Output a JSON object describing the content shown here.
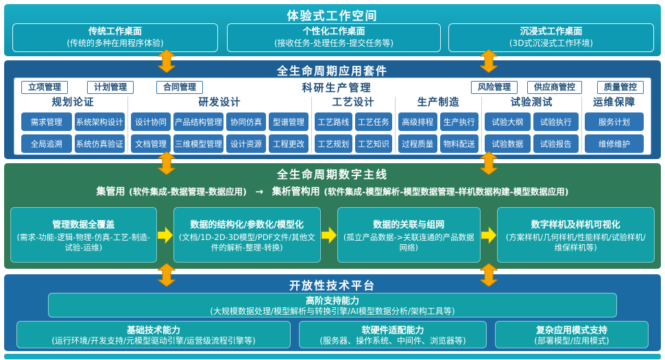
{
  "workspace": {
    "title": "体验式工作空间",
    "boxes": [
      {
        "title": "传统工作桌面",
        "subtitle": "(传统的多种在用程序体验)"
      },
      {
        "title": "个性化工作桌面",
        "subtitle": "(接收任务-处理任务-提交任务等)"
      },
      {
        "title": "沉浸式工作桌面",
        "subtitle": "(3D式沉浸式工作环境)"
      }
    ]
  },
  "app_suite": {
    "title": "全生命周期应用套件",
    "panel_title": "科研生产管理",
    "top_left": [
      "立项管理",
      "计划管理",
      "合同管理"
    ],
    "top_right": [
      "风险管理",
      "供应商管控",
      "质量管控"
    ],
    "columns": [
      {
        "header": "规划论证",
        "row1": [
          "需求管理",
          "系统架构设计"
        ],
        "row2": [
          "全局追溯",
          "系统仿真验证"
        ]
      },
      {
        "header": "研发设计",
        "row1": [
          "设计协同",
          "产品结构管理",
          "协同仿真",
          "型谱管理"
        ],
        "row2": [
          "文档管理",
          "三维模型管理",
          "设计资源",
          "工程更改"
        ]
      },
      {
        "header": "工艺设计",
        "row1": [
          "工艺路线",
          "工艺任务"
        ],
        "row2": [
          "工艺规划",
          "工艺知识"
        ]
      },
      {
        "header": "生产制造",
        "row1": [
          "高级排程",
          "生产执行"
        ],
        "row2": [
          "过程质量",
          "物料配送"
        ]
      },
      {
        "header": "试验测试",
        "row1": [
          "试验大纲",
          "试验执行"
        ],
        "row2": [
          "试验数据",
          "试验报告"
        ]
      },
      {
        "header": "运维保障",
        "row1": [
          "服务计划"
        ],
        "row2": [
          "维修维护"
        ]
      }
    ]
  },
  "digital_thread": {
    "title": "全生命周期数字主线",
    "mode_from": "集管用",
    "mode_from_detail": "(软件集成-数据管理-数据应用)",
    "mode_arrow": "→",
    "mode_to": "集析管构用",
    "mode_to_detail": "(软件集成-模型解析-模型数据管理-样机数据构建-模型数据应用)",
    "boxes": [
      {
        "title": "管理数据全覆盖",
        "subtitle": "(需求-功能-逻辑-物理-仿真-工艺-制造-试验-运维)"
      },
      {
        "title": "数据的结构化/参数化/模型化",
        "subtitle": "(文档/1D-2D-3D模型/PDF文件/其他文件的解析-整理-转换)"
      },
      {
        "title": "数据的关联与组网",
        "subtitle": "(孤立产品数据->关联连通的产品数据网络)"
      },
      {
        "title": "数字样机及样机可视化",
        "subtitle": "(方案样机/几何样机/性能样机/试验样机/维保样机等)"
      }
    ]
  },
  "platform": {
    "title": "开放性技术平台",
    "advanced": {
      "title": "高阶支持能力",
      "subtitle": "(大规模数据处理/模型解析与转换引擎/AI模型数据分析/架构工具等)"
    },
    "boxes": [
      {
        "title": "基础技术能力",
        "subtitle": "(运行环境/开发支持/元模型驱动引擎/运营级流程引擎等)"
      },
      {
        "title": "软硬件适配能力",
        "subtitle": "(服务器、操作系统、中间件、浏览器等)"
      },
      {
        "title": "复杂应用模式支持",
        "subtitle": "(部署模型/应用模式)"
      }
    ]
  },
  "colors": {
    "teal_band": "#19abc3",
    "blue_band_top": "#1e5f93",
    "green_band": "#2f7a58",
    "blue_band_bottom": "#1c6aa3",
    "teal_box": "#12a0a6",
    "cell_blue": "#2e74b5",
    "header_blue": "#1f4e79",
    "inter_band_arrow_orange": "#f7a600",
    "thread_arrow_yellow": "#ffe600"
  }
}
